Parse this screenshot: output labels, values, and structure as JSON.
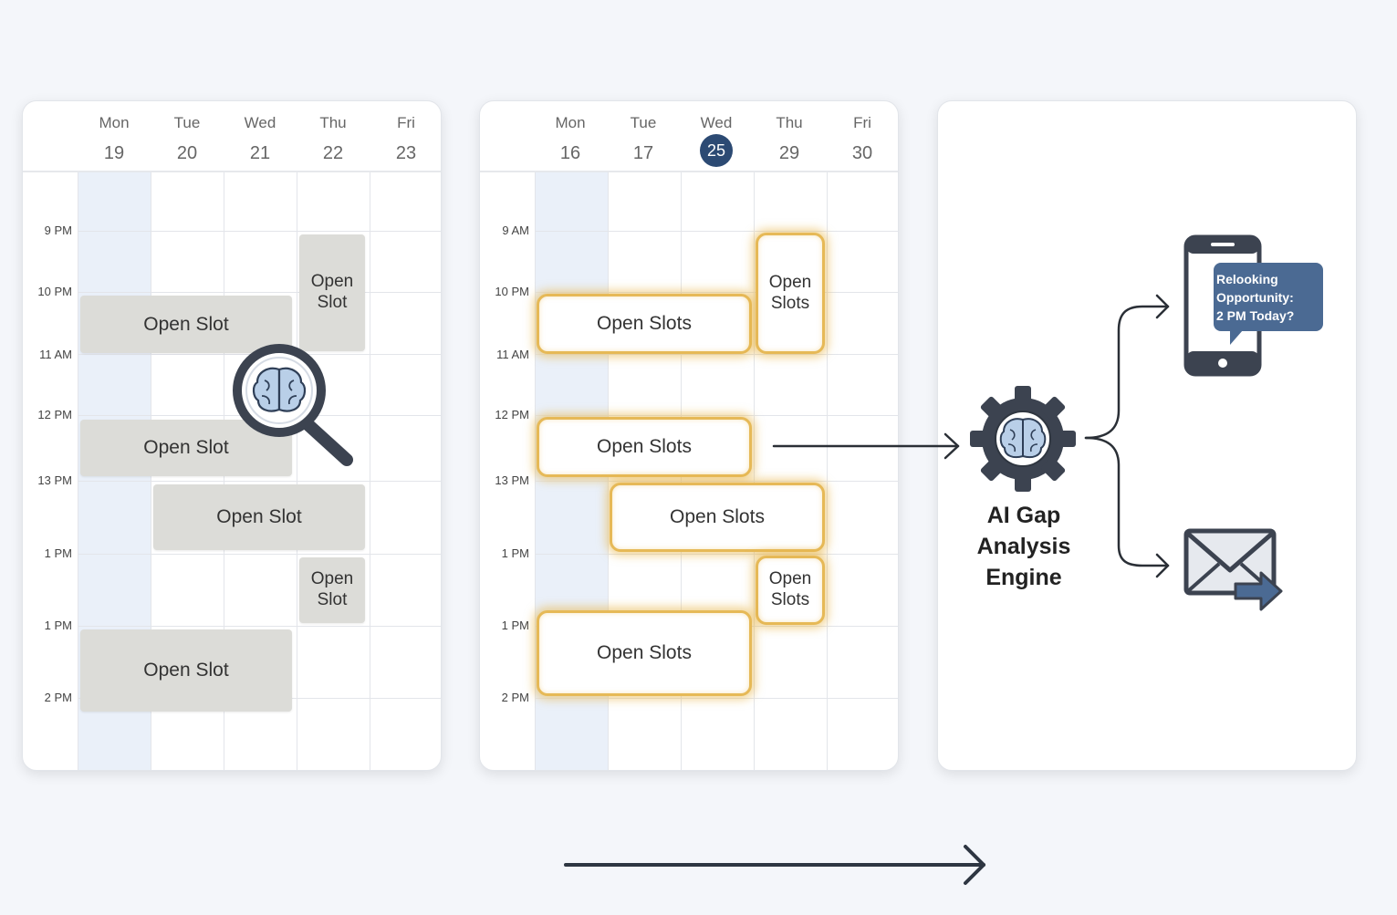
{
  "panel_left": {
    "days": [
      {
        "name": "Mon",
        "num": "19"
      },
      {
        "name": "Tue",
        "num": "20"
      },
      {
        "name": "Wed",
        "num": "21"
      },
      {
        "name": "Thu",
        "num": "22"
      },
      {
        "name": "Fri",
        "num": "23"
      }
    ],
    "times": [
      "9 PM",
      "10 PM",
      "11 AM",
      "12 PM",
      "13 PM",
      "1 PM",
      "1 PM",
      "2 PM"
    ],
    "slots": [
      "Open Slot",
      "Open Slot",
      "Open Slot",
      "Open Slot",
      "Open Slot",
      "Open Slot"
    ],
    "slot_multiline": {
      "line1": "Open",
      "line2": "Slot"
    },
    "magnifier_icon": "magnifier-brain-icon"
  },
  "panel_middle": {
    "days": [
      {
        "name": "Mon",
        "num": "16"
      },
      {
        "name": "Tue",
        "num": "17"
      },
      {
        "name": "Wed",
        "num": "25"
      },
      {
        "name": "Thu",
        "num": "29"
      },
      {
        "name": "Fri",
        "num": "30"
      }
    ],
    "times": [
      "9 AM",
      "10 PM",
      "11 AM",
      "12 PM",
      "13 PM",
      "1 PM",
      "1 PM",
      "2 PM"
    ],
    "slots": [
      "Open Slots",
      "Open Slots",
      "Open Slots",
      "Open Slots"
    ],
    "slot_multiline": {
      "line1": "Open",
      "line2": "Slots"
    },
    "highlight_color": "#e6b957"
  },
  "panel_right": {
    "engine_label": [
      "AI Gap",
      "Analysis",
      "Engine"
    ],
    "engine_icon": "gear-brain-icon",
    "phone_icon": "smartphone-icon",
    "bubble_lines": [
      "Relooking",
      "Opportunity:",
      "2 PM Today?"
    ],
    "email_icon": "email-forward-icon"
  },
  "colors": {
    "accent_dark": "#2c4a73",
    "gold": "#e6b957",
    "gray_slot": "#dcdcd8"
  }
}
